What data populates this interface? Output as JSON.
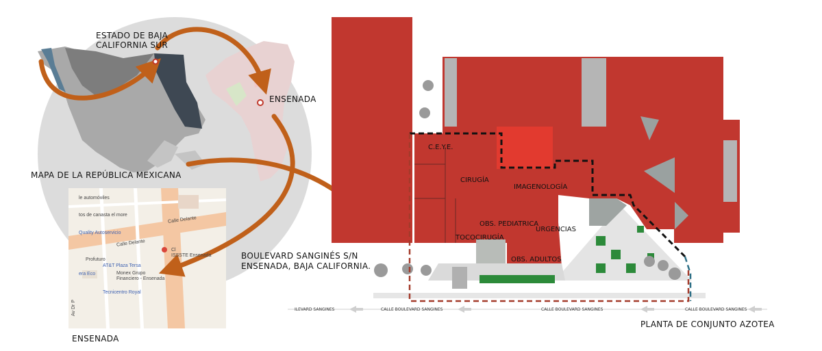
{
  "labels": {
    "estado": "ESTADO DE BAJA\nCALIFORNIA SUR",
    "ensenada_top": "ENSENADA",
    "mapa": "MAPA DE LA REPÚBLICA MEXICANA",
    "boulevard": "BOULEVARD SANGINÉS S/N\nENSENADA, BAJA CALIFORNIA.",
    "ensenada_bottom": "ENSENADA",
    "planta": "PLANTA DE CONJUNTO AZOTEA"
  },
  "rooms": {
    "ceye": "C.E.Y.E.",
    "cirugia": "CIRUGÍA",
    "imagenologia": "IMAGENOLOGÍA",
    "obs_pediatrica": "OBS. PEDIATRICA",
    "urgencias": "URGENCIAS",
    "tococirugia": "TOCOCIRUGÍA",
    "obs_adultos": "OBS. ADULTOS"
  },
  "streets": {
    "s1": "ILEVARD SANGINES",
    "s2": "CALLE BOULEVARD SANGINES",
    "s3": "CALLE BOULEVARD SANGINES",
    "s4": "CALLE BOULEVARD SANGINES"
  },
  "street_map": {
    "automoviles": "le automóviles",
    "canasta": "tos de canasta el more",
    "quality": "Quality Autoservicio",
    "calle_delante_1": "Calle Delante",
    "calle_delante_2": "Calle Delante",
    "profuturo": "Profuturo",
    "att": "AT&T Plaza Tersa",
    "ra_eco": "era Eco",
    "monex": "Monex Grupo\nFinanciero - Ensenada",
    "issste": "Cl\nISSSTE Ensenada",
    "tecnicentro": "Tecnicentro Royal",
    "av_dr": "Av Dr P"
  },
  "colors": {
    "roof": "#c1372f",
    "roof_bright": "#e23a2f",
    "arrow": "#c0601a",
    "dash_black": "#111111",
    "dash_red": "#a33a2a",
    "dash_blue": "#2d6f86",
    "garden": "#2c8a3a"
  }
}
